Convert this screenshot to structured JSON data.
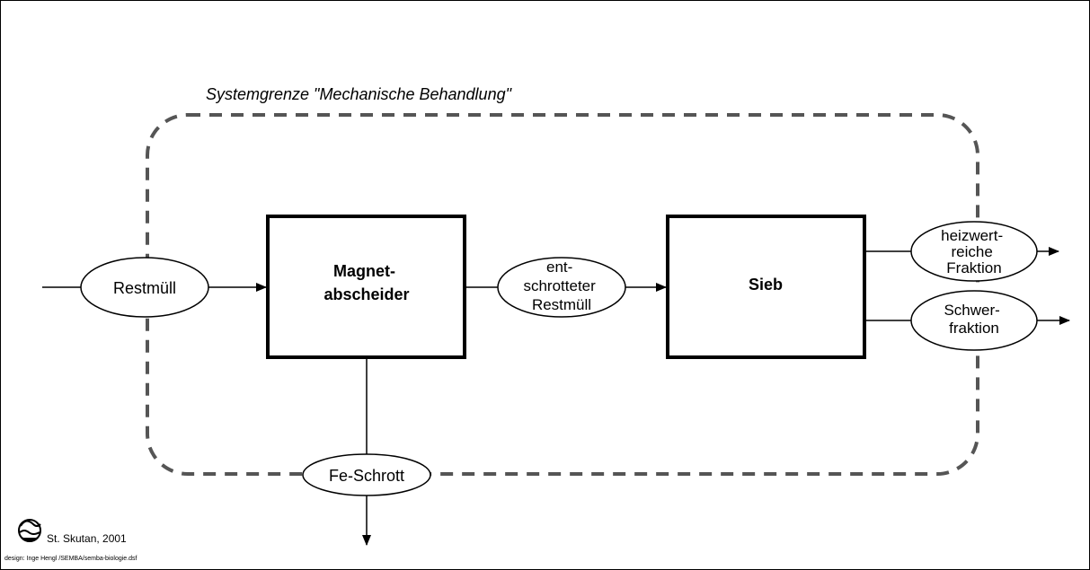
{
  "boundary_label": "Systemgrenze \"Mechanische Behandlung\"",
  "processes": {
    "magnet": [
      "Magnet-",
      "abscheider"
    ],
    "sieb": [
      "Sieb"
    ]
  },
  "flows": {
    "restmuell": [
      "Restmüll"
    ],
    "entschrottet": [
      "ent-",
      "schrotteter",
      "Restmüll"
    ],
    "heizwert": [
      "heizwert-",
      "reiche",
      "Fraktion"
    ],
    "schwer": [
      "Schwer-",
      "fraktion"
    ],
    "fe": [
      "Fe-Schrott"
    ]
  },
  "footer": {
    "author": "St. Skutan, 2001",
    "design": "design: Inge Hengl /SEMBA/semba-biologie.dsf"
  },
  "logo_icon": "semba-logo-icon"
}
